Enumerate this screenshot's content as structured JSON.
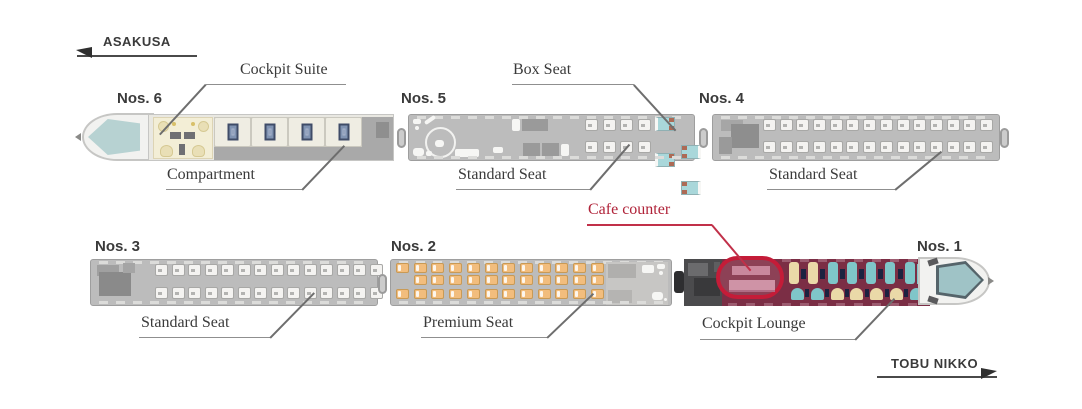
{
  "diagram": {
    "type": "train-car-seat-map",
    "direction_top_left": "ASAKUSA",
    "direction_bottom_right": "TOBU NIKKO"
  },
  "cars": {
    "car6": {
      "label": "Nos. 6",
      "features": [
        "Cockpit Suite",
        "Compartment"
      ]
    },
    "car5": {
      "label": "Nos. 5",
      "features": [
        "Standard Seat",
        "Box Seat"
      ]
    },
    "car4": {
      "label": "Nos. 4",
      "features": [
        "Standard Seat"
      ]
    },
    "car3": {
      "label": "Nos. 3",
      "features": [
        "Standard Seat"
      ]
    },
    "car2": {
      "label": "Nos. 2",
      "features": [
        "Premium Seat"
      ]
    },
    "car1": {
      "label": "Nos. 1",
      "features": [
        "Cockpit Lounge",
        "Cafe counter"
      ]
    }
  },
  "annotations": {
    "cockpit_suite": "Cockpit Suite",
    "box_seat": "Box Seat",
    "compartment": "Compartment",
    "standard_seat_car5": "Standard Seat",
    "standard_seat_car4": "Standard Seat",
    "standard_seat_car3": "Standard Seat",
    "premium_seat": "Premium Seat",
    "cafe_counter": "Cafe counter",
    "cockpit_lounge": "Cockpit Lounge"
  },
  "seat_layout": {
    "car6_compartment_count": 4,
    "car5_standard_cols": 4,
    "car5_standard_rows": 2,
    "car5_box_seat_count": 4,
    "car4_standard_cols": 14,
    "car4_standard_rows": 2,
    "car3_standard_cols": 14,
    "car3_standard_rows": 2,
    "car2_premium_cols": 12,
    "car1_lounge_top_seats": [
      "cream",
      "cream",
      "teal",
      "teal",
      "teal",
      "teal",
      "teal"
    ],
    "car1_lounge_bottom_seats": [
      "teal",
      "teal",
      "cream",
      "cream",
      "cream",
      "cream",
      "teal"
    ]
  },
  "colors": {
    "label_text": "#3a3a3a",
    "leader_line": "#6e6e6e",
    "underline": "#8f8f8f",
    "accent_red": "#b02339",
    "cafe_highlight_border": "#c41c38",
    "car_body": "#bcbcbc",
    "car_outline": "#9e9e9e",
    "standard_seat": "#f4f3f1",
    "premium_seat": "#f2bd7d",
    "box_seat": "#a9d7da",
    "suite_room": "#f3eed6",
    "suite_furniture": "#e9dfb6",
    "compartment_bed": "#8093b2",
    "lounge_bg": "#7b2e45",
    "lounge_teal": "#7fc6c9",
    "lounge_cream": "#ead9a8",
    "lounge_navy": "#1c2240",
    "cafe_pink": "#c9879c",
    "nose_glass": "#b7d2d2",
    "service_area": "#4b4b4d"
  }
}
